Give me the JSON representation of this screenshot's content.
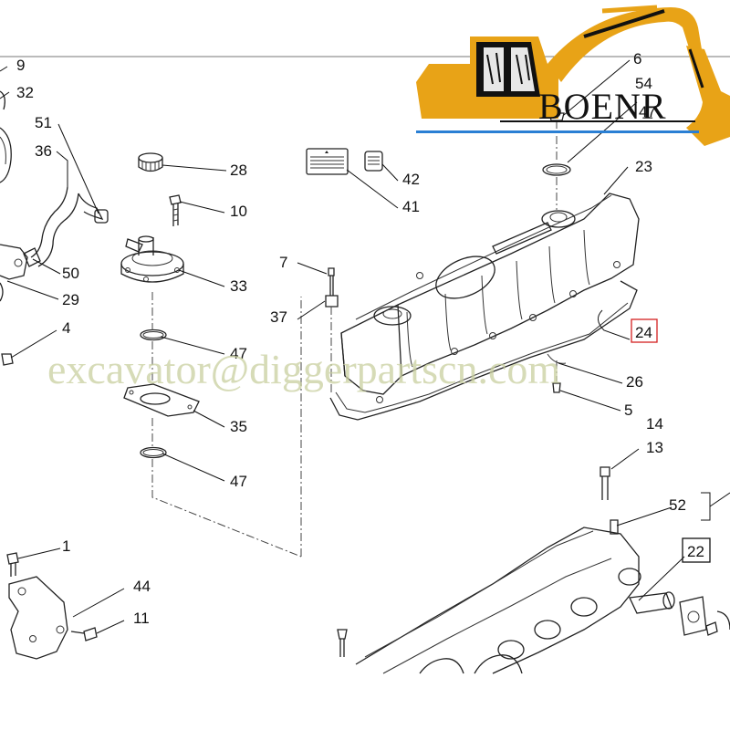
{
  "brand": {
    "name": "BOENR",
    "colors": {
      "excavator": "#e8a317",
      "underline": "#2a7fd4",
      "dark": "#111111"
    }
  },
  "watermark": "excavator@diggerpartscn.com",
  "callouts": [
    {
      "id": "c9",
      "label": "9"
    },
    {
      "id": "c32",
      "label": "32"
    },
    {
      "id": "c51",
      "label": "51"
    },
    {
      "id": "c36",
      "label": "36"
    },
    {
      "id": "c50",
      "label": "50"
    },
    {
      "id": "c29",
      "label": "29"
    },
    {
      "id": "c4",
      "label": "4"
    },
    {
      "id": "c28",
      "label": "28"
    },
    {
      "id": "c10",
      "label": "10"
    },
    {
      "id": "c33",
      "label": "33"
    },
    {
      "id": "c47a",
      "label": "47"
    },
    {
      "id": "c35",
      "label": "35"
    },
    {
      "id": "c47b",
      "label": "47"
    },
    {
      "id": "c42",
      "label": "42"
    },
    {
      "id": "c41",
      "label": "41"
    },
    {
      "id": "c7",
      "label": "7"
    },
    {
      "id": "c37",
      "label": "37"
    },
    {
      "id": "c6",
      "label": "6"
    },
    {
      "id": "c54",
      "label": "54"
    },
    {
      "id": "c47c",
      "label": "47"
    },
    {
      "id": "c23",
      "label": "23"
    },
    {
      "id": "c24",
      "label": "24",
      "boxed": true
    },
    {
      "id": "c26",
      "label": "26"
    },
    {
      "id": "c5",
      "label": "5"
    },
    {
      "id": "c14",
      "label": "14"
    },
    {
      "id": "c13",
      "label": "13"
    },
    {
      "id": "c52",
      "label": "52"
    },
    {
      "id": "c22",
      "label": "22",
      "boxed": true
    },
    {
      "id": "c1",
      "label": "1"
    },
    {
      "id": "c44",
      "label": "44"
    },
    {
      "id": "c11",
      "label": "11"
    }
  ]
}
